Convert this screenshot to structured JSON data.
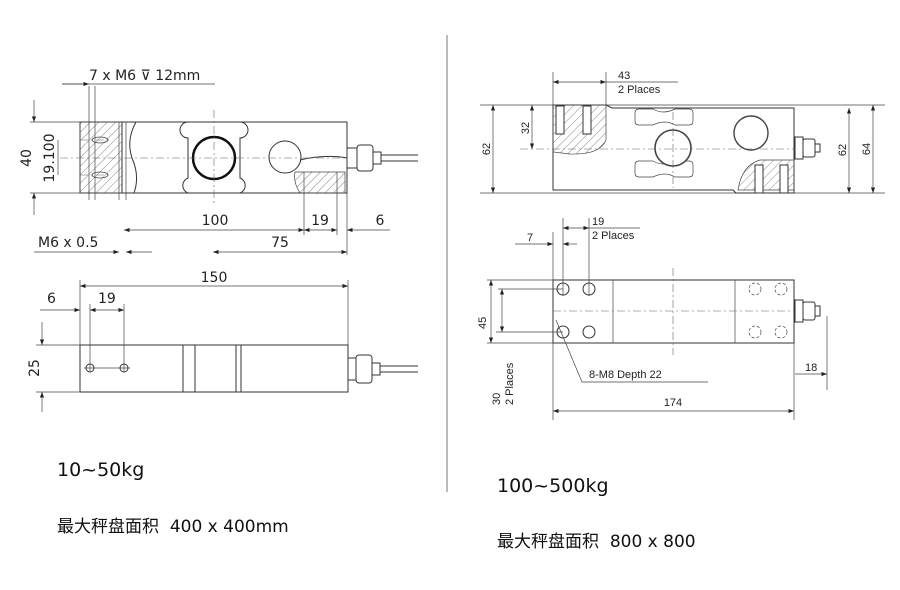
{
  "left_model": {
    "capacity": "10~50kg",
    "platform_label": "最大秤盘面积",
    "platform_size": "400 x 400mm",
    "top_view": {
      "thread_note": "7 x M6 ⊽ 12mm",
      "height": "40",
      "hole_spacing": "19.100",
      "cable_thread": "M6 x 0.5",
      "dim_100": "100",
      "dim_19": "19",
      "dim_6": "6",
      "dim_75": "75"
    },
    "bottom_view": {
      "length": "150",
      "dim_6": "6",
      "dim_19": "19",
      "width": "25"
    }
  },
  "right_model": {
    "capacity": "100~500kg",
    "platform_label": "最大秤盘面积",
    "platform_size": "800 x 800",
    "side_view": {
      "dim_43": "43",
      "places_43": "2 Places",
      "dim_32": "32",
      "height_left": "62",
      "height_right": "62",
      "overall_height": "64"
    },
    "bottom_view": {
      "dim_19": "19",
      "places_19": "2 Places",
      "dim_7": "7",
      "width": "45",
      "dim_30": "30",
      "places_30": "2 Places",
      "thread_note": "8-M8 Depth 22",
      "length": "174",
      "dim_18": "18"
    }
  }
}
